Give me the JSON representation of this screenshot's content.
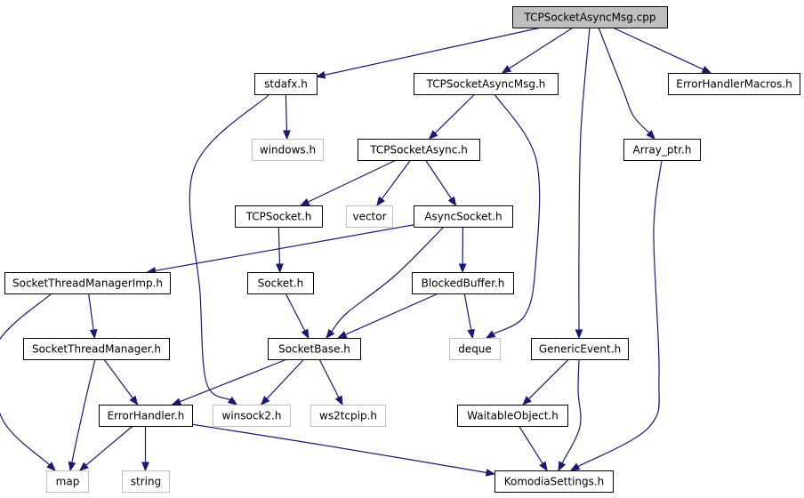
{
  "colors": {
    "edge": "#191970",
    "box_border": "#000000",
    "box_border_system": "#bfbfbf",
    "root_fill": "#bfbfbf",
    "box_fill": "#ffffff"
  },
  "nodes": {
    "tcpsocketasyncmsg_cpp": {
      "label": "TCPSocketAsyncMsg.cpp",
      "kind": "root"
    },
    "stdafx_h": {
      "label": "stdafx.h",
      "kind": "local"
    },
    "tcpsocketasyncmsg_h": {
      "label": "TCPSocketAsyncMsg.h",
      "kind": "local"
    },
    "errorhandlermacros_h": {
      "label": "ErrorHandlerMacros.h",
      "kind": "local"
    },
    "windows_h": {
      "label": "windows.h",
      "kind": "system"
    },
    "tcpsocketasync_h": {
      "label": "TCPSocketAsync.h",
      "kind": "local"
    },
    "array_ptr_h": {
      "label": "Array_ptr.h",
      "kind": "local"
    },
    "tcpsocket_h": {
      "label": "TCPSocket.h",
      "kind": "local"
    },
    "vector": {
      "label": "vector",
      "kind": "system"
    },
    "asyncsocket_h": {
      "label": "AsyncSocket.h",
      "kind": "local"
    },
    "socketthreadmanagerimp_h": {
      "label": "SocketThreadManagerImp.h",
      "kind": "local"
    },
    "socket_h": {
      "label": "Socket.h",
      "kind": "local"
    },
    "blockedbuffer_h": {
      "label": "BlockedBuffer.h",
      "kind": "local"
    },
    "socketthreadmanager_h": {
      "label": "SocketThreadManager.h",
      "kind": "local"
    },
    "socketbase_h": {
      "label": "SocketBase.h",
      "kind": "local"
    },
    "deque": {
      "label": "deque",
      "kind": "system"
    },
    "genericevent_h": {
      "label": "GenericEvent.h",
      "kind": "local"
    },
    "errorhandler_h": {
      "label": "ErrorHandler.h",
      "kind": "local"
    },
    "winsock2_h": {
      "label": "winsock2.h",
      "kind": "system"
    },
    "ws2tcpip_h": {
      "label": "ws2tcpip.h",
      "kind": "system"
    },
    "waitableobject_h": {
      "label": "WaitableObject.h",
      "kind": "local"
    },
    "map": {
      "label": "map",
      "kind": "system"
    },
    "string": {
      "label": "string",
      "kind": "system"
    },
    "komodiasettings_h": {
      "label": "KomodiaSettings.h",
      "kind": "local"
    }
  },
  "edges": [
    [
      "tcpsocketasyncmsg_cpp",
      "stdafx_h"
    ],
    [
      "tcpsocketasyncmsg_cpp",
      "tcpsocketasyncmsg_h"
    ],
    [
      "tcpsocketasyncmsg_cpp",
      "errorhandlermacros_h"
    ],
    [
      "tcpsocketasyncmsg_cpp",
      "array_ptr_h"
    ],
    [
      "tcpsocketasyncmsg_cpp",
      "genericevent_h"
    ],
    [
      "stdafx_h",
      "windows_h"
    ],
    [
      "stdafx_h",
      "winsock2_h"
    ],
    [
      "tcpsocketasyncmsg_h",
      "tcpsocketasync_h"
    ],
    [
      "tcpsocketasyncmsg_h",
      "deque"
    ],
    [
      "tcpsocketasync_h",
      "tcpsocket_h"
    ],
    [
      "tcpsocketasync_h",
      "vector"
    ],
    [
      "tcpsocketasync_h",
      "asyncsocket_h"
    ],
    [
      "tcpsocket_h",
      "socket_h"
    ],
    [
      "asyncsocket_h",
      "socketthreadmanagerimp_h"
    ],
    [
      "asyncsocket_h",
      "blockedbuffer_h"
    ],
    [
      "asyncsocket_h",
      "socketbase_h"
    ],
    [
      "socketthreadmanagerimp_h",
      "socketthreadmanager_h"
    ],
    [
      "socketthreadmanagerimp_h",
      "map"
    ],
    [
      "socket_h",
      "socketbase_h"
    ],
    [
      "blockedbuffer_h",
      "socketbase_h"
    ],
    [
      "blockedbuffer_h",
      "deque"
    ],
    [
      "socketthreadmanager_h",
      "errorhandler_h"
    ],
    [
      "socketthreadmanager_h",
      "map"
    ],
    [
      "socketbase_h",
      "errorhandler_h"
    ],
    [
      "socketbase_h",
      "winsock2_h"
    ],
    [
      "socketbase_h",
      "ws2tcpip_h"
    ],
    [
      "errorhandler_h",
      "map"
    ],
    [
      "errorhandler_h",
      "string"
    ],
    [
      "errorhandler_h",
      "komodiasettings_h"
    ],
    [
      "genericevent_h",
      "waitableobject_h"
    ],
    [
      "genericevent_h",
      "komodiasettings_h"
    ],
    [
      "waitableobject_h",
      "komodiasettings_h"
    ],
    [
      "array_ptr_h",
      "komodiasettings_h"
    ]
  ]
}
